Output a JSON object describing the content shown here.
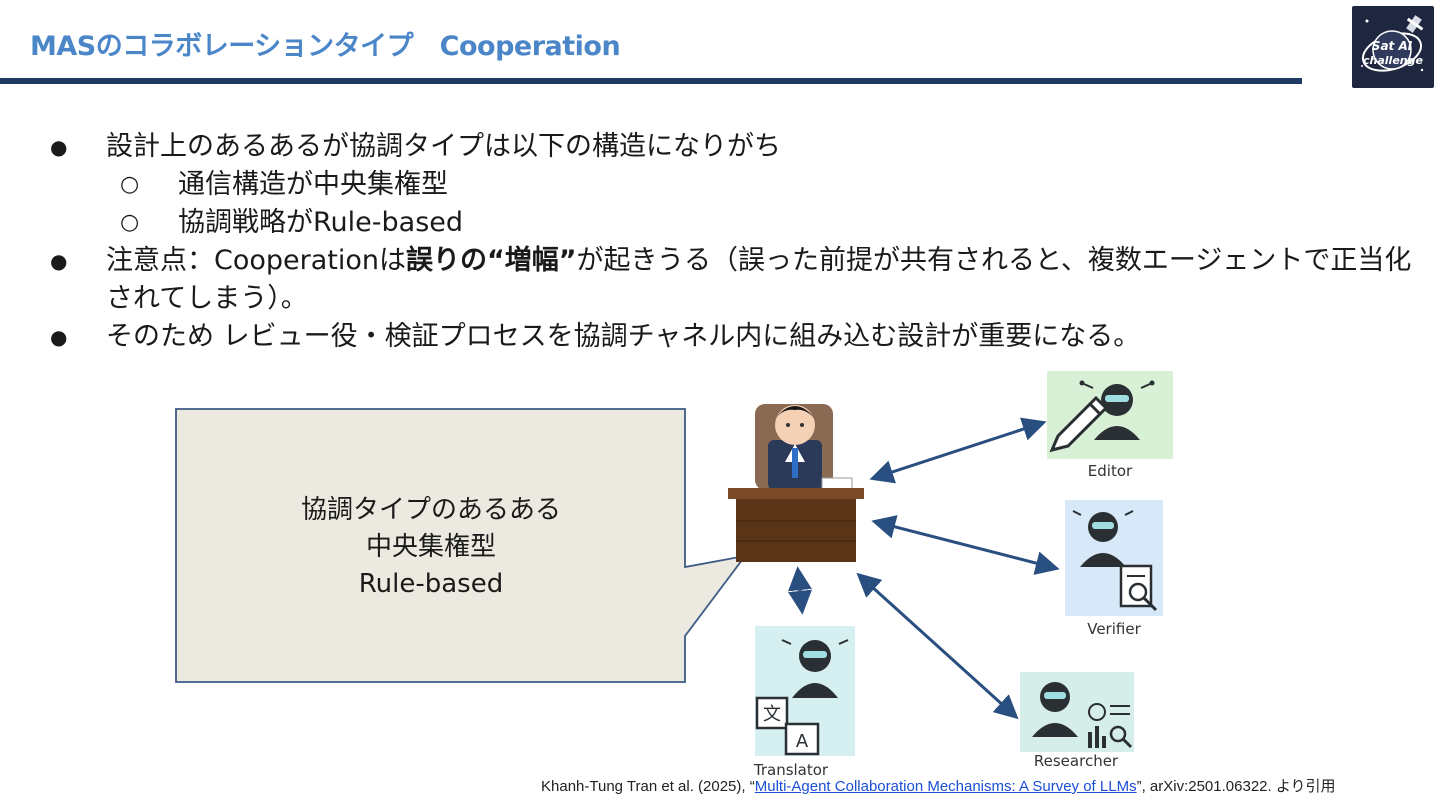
{
  "slide": {
    "title": "MASのコラボレーションタイプ　Cooperation",
    "logo_text_1": "Sat AI",
    "logo_text_2": "challenge"
  },
  "bullets": [
    {
      "level": 1,
      "text": "設計上のあるあるが協調タイプは以下の構造になりがち",
      "children": [
        {
          "level": 2,
          "text": "通信構造が中央集権型"
        },
        {
          "level": 2,
          "text": "協調戦略がRule-based"
        }
      ]
    },
    {
      "level": 1,
      "pre": "注意点：Cooperationは",
      "strong": "誤りの“増幅”",
      "post": "が起きうる（誤った前提が共有されると、複数エージェントで正当化されてしまう）。"
    },
    {
      "level": 1,
      "text": "そのため レビュー役・検証プロセスを協調チャネル内に組み込む設計が重要になる。"
    }
  ],
  "callout": {
    "line1": "協調タイプのあるある",
    "line2": "中央集権型",
    "line3": "Rule-based"
  },
  "agents": {
    "editor": "Editor",
    "verifier": "Verifier",
    "researcher": "Researcher",
    "translator": "Translator"
  },
  "citation": {
    "pre": "Khanh-Tung Tran et al. (2025), “",
    "link": "Multi-Agent Collaboration Mechanisms: A Survey of LLMs",
    "post": "”, arXiv:2501.06322. より引用"
  },
  "colors": {
    "title": "#4a86c8",
    "rule": "#1f3b63",
    "arrow": "#294e80",
    "callout_fill": "#eceae0",
    "callout_stroke": "#3d5a85"
  }
}
